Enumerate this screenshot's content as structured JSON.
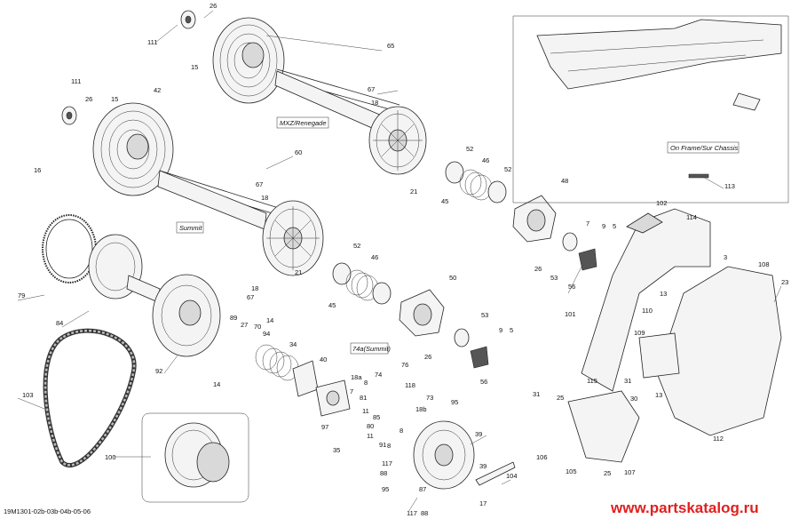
{
  "diagram": {
    "reference_code": "19M1301-02b-03b-04b-05-06",
    "watermark": "www.partskatalog.ru",
    "boxes": {
      "mxz": "MXZ/Renegade",
      "summit": "Summit",
      "summit74a": "74a(Summit)",
      "frame": "On Frame/Sur Chassis"
    },
    "callouts": [
      "26",
      "111",
      "15",
      "65",
      "42",
      "111",
      "26",
      "15",
      "67",
      "18",
      "16",
      "60",
      "67",
      "18",
      "52",
      "46",
      "52",
      "48",
      "21",
      "45",
      "102",
      "114",
      "7",
      "9",
      "5",
      "79",
      "84",
      "52",
      "46",
      "26",
      "53",
      "56",
      "3",
      "108",
      "23",
      "21",
      "18",
      "67",
      "45",
      "50",
      "101",
      "13",
      "110",
      "89",
      "27",
      "70",
      "94",
      "14",
      "109",
      "53",
      "9",
      "5",
      "103",
      "92",
      "34",
      "40",
      "74",
      "76",
      "14",
      "26",
      "56",
      "115",
      "31",
      "13",
      "18a",
      "8",
      "81",
      "118",
      "30",
      "31",
      "25",
      "97",
      "73",
      "11",
      "18b",
      "85",
      "80",
      "95",
      "113",
      "11",
      "91",
      "39",
      "35",
      "8",
      "8",
      "117",
      "88",
      "95",
      "117",
      "87",
      "88",
      "39",
      "104",
      "17",
      "106",
      "105",
      "107",
      "25",
      "112",
      "100",
      "7"
    ]
  }
}
